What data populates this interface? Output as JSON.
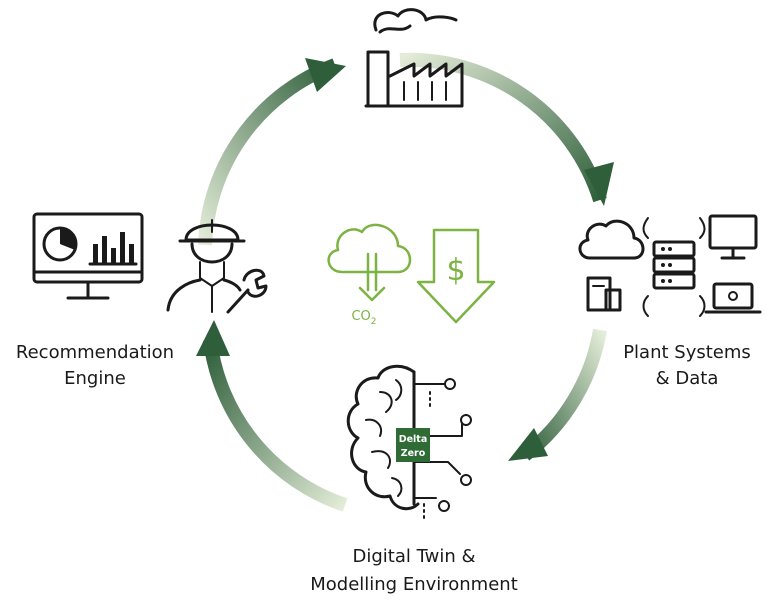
{
  "labels": {
    "recommendation_line1": "Recommendation",
    "recommendation_line2": "Engine",
    "plant_line1": "Plant Systems",
    "plant_line2": "& Data",
    "twin_line1": "Digital Twin &",
    "twin_line2": "Modelling Environment",
    "co2": "CO",
    "co2_sub": "2",
    "badge_line1": "Delta",
    "badge_line2": "Zero"
  },
  "colors": {
    "cycle_green_dark": "#2e5e3a",
    "cycle_green_light": "#dfe9d4",
    "accent_green": "#7cb342",
    "badge_green": "#2e6b35",
    "ink": "#1a1a1a"
  },
  "icons": [
    "factory-icon",
    "cloud-icon",
    "server-icon",
    "monitor-icon",
    "laptop-icon",
    "document-icon",
    "brain-icon",
    "engineer-icon",
    "wrench-icon",
    "dashboard-monitor-icon",
    "cloud-co2-down-icon",
    "dollar-down-arrow-icon"
  ]
}
